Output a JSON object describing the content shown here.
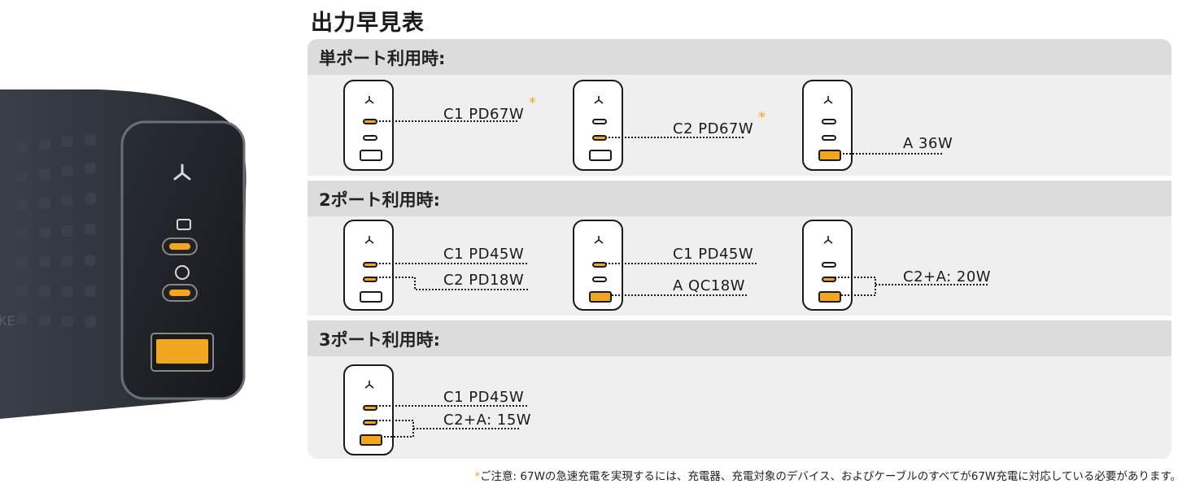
{
  "title": "出力早見表",
  "sections": [
    {
      "heading": "単ポート利用時:",
      "configs": [
        {
          "labels": [
            "C1 PD67W"
          ],
          "star": "*"
        },
        {
          "labels": [
            "C2 PD67W"
          ],
          "star": "*"
        },
        {
          "labels": [
            "A 36W"
          ]
        }
      ]
    },
    {
      "heading": "2ポート利用時:",
      "configs": [
        {
          "labels": [
            "C1 PD45W",
            "C2 PD18W"
          ]
        },
        {
          "labels": [
            "C1 PD45W",
            "A QC18W"
          ]
        },
        {
          "labels": [
            "C2+A: 20W"
          ]
        }
      ]
    },
    {
      "heading": "3ポート利用時:",
      "configs": [
        {
          "labels": [
            "C1 PD45W",
            "C2+A: 15W"
          ]
        }
      ]
    }
  ],
  "note": {
    "asterisk": "*",
    "text": "ご注意: 67Wの急速充電を実現するには、充電器、充電対象のデバイス、およびケーブルのすべてが67W充電に対応している必要があります。"
  },
  "colors": {
    "accent": "#f3a61f",
    "outline": "#1a1a1a",
    "panel": "#ececec",
    "header": "#dcdcdc"
  },
  "product_image": {
    "brand_lettering": "KE"
  }
}
